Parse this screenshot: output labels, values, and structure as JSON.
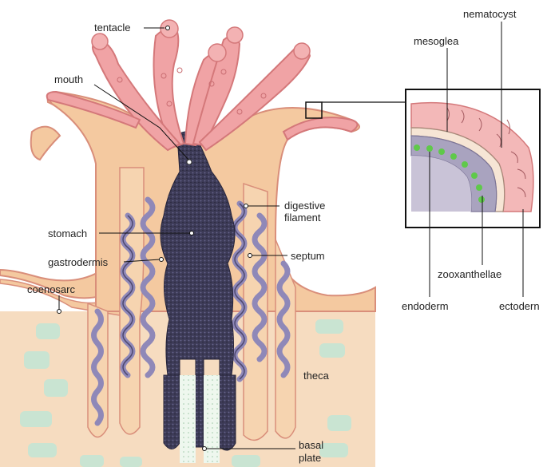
{
  "diagram": {
    "labels": {
      "tentacle": "tentacle",
      "mouth": "mouth",
      "digestive_filament_1": "digestive",
      "digestive_filament_2": "filament",
      "stomach": "stomach",
      "septum": "septum",
      "gastrodermis": "gastrodermis",
      "coenosarc": "coenosarc",
      "theca": "theca",
      "basal_plate_1": "basal",
      "basal_plate_2": "plate",
      "nematocyst": "nematocyst",
      "mesoglea": "mesoglea",
      "zooxanthellae": "zooxanthellae",
      "endoderm": "endoderm",
      "ectoderm": "ectodern"
    },
    "colors": {
      "tissue": "#f4c9a0",
      "tissue_edge": "#d98e7a",
      "tentacle": "#f0a3a5",
      "stomach": "#3d3b57",
      "filament": "#8f88b8",
      "skeleton": "#c9e4d2",
      "zooxanthellae": "#5fc94a",
      "inset_gastro": "#a9a3bf"
    }
  }
}
